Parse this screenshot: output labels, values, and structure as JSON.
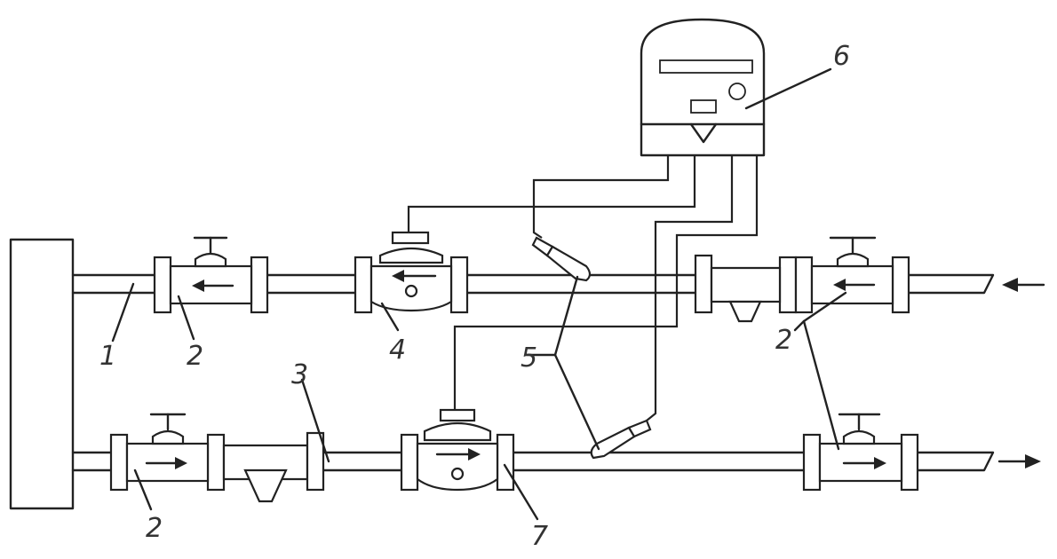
{
  "callouts": {
    "c1": "1",
    "c2_top_left": "2",
    "c2_top_right": "2",
    "c2_bottom_left": "2",
    "c3": "3",
    "c4": "4",
    "c5": "5",
    "c6": "6",
    "c7": "7"
  },
  "colors": {
    "line": "#222222",
    "background": "#ffffff"
  }
}
